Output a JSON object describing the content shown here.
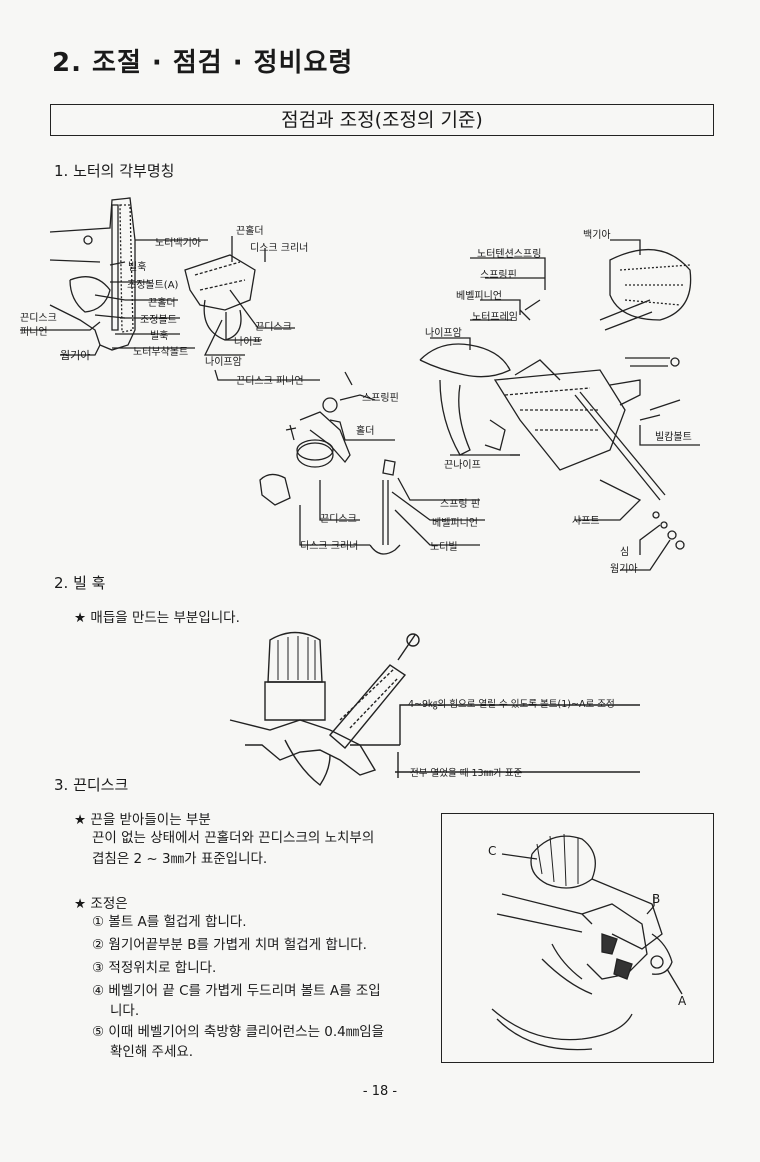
{
  "header": {
    "chapter_title": "2. 조절 · 점검 · 정비요령",
    "box_title": "점검과 조정(조정의 기준)"
  },
  "section1": {
    "title": "1. 노터의 각부명칭",
    "labels": {
      "knotter_back_gear": "노터백기아",
      "bill_hook": "빌훅",
      "adj_bolt_a": "조정볼트(A)",
      "twine_holder_l": "끈홀더",
      "adj_bolt": "조정볼트",
      "bill_hook2": "빌훅",
      "knotter_mount_bolt": "노터부착볼트",
      "twine_disc_pinion": "끈디스크\n피니언",
      "worm_gear": "웜기아",
      "twine_holder_top": "끈홀더",
      "disc_cleaner_top": "디스크 크리너",
      "twine_disc_mid": "끈디스크",
      "knife": "나이프",
      "knife_arm_l": "나이프암",
      "twine_disc_pinion2": "끈디스크 피니언",
      "spring_pin_l": "스프링핀",
      "holder": "홀더",
      "twine_disc_l": "끈디스크",
      "disc_cleaner_l": "디스크 크리너",
      "spring_pin_r": "스프링 핀",
      "bevel_pinion_r": "베벨피니언",
      "knotter_bill": "노터빌",
      "back_gear": "백기아",
      "knotter_tension_spring": "노터텐션스프링",
      "spring_pin_top": "스프링핀",
      "bevel_pinion_top": "베벨피니언",
      "knotter_frame": "노터프레임",
      "knife_arm_r": "나이프암",
      "twine_knife": "끈나이프",
      "bill_cam_bolt": "빌캄볼트",
      "shaft": "샤프트",
      "shim": "심",
      "worm_gear_r": "웜기아"
    }
  },
  "section2": {
    "title": "2. 빌 훅",
    "star_text": "★ 매듭을 만드는 부분입니다.",
    "callout1": "4~9㎏의 힘으로 열릴 수 있도록 볼트(1)~A로 조정",
    "callout2": "전부 열었을 때 13㎜가 표준"
  },
  "section3": {
    "title": "3. 끈디스크",
    "star1": "★ 끈을 받아들이는 부분",
    "para1_line1": "끈이 없는 상태에서 끈홀더와 끈디스크의 노치부의",
    "para1_line2": "겹침은 2 ~ 3㎜가 표준입니다.",
    "star2": "★ 조정은",
    "steps": [
      "① 볼트 A를 헐겁게 합니다.",
      "② 웜기어끝부분 B를 가볍게 치며 헐겁게 합니다.",
      "③ 적정위치로 합니다.",
      "④ 베벨기어 끝 C를 가볍게 두드리며 볼트 A를 조입",
      "니다.",
      "⑤ 이때 베벨기어의 축방향 클리어런스는 0.4㎜임을",
      "확인해 주세요."
    ],
    "fig_labels": {
      "c": "C",
      "b": "B",
      "a": "A"
    }
  },
  "footer": {
    "page": "- 18 -"
  }
}
